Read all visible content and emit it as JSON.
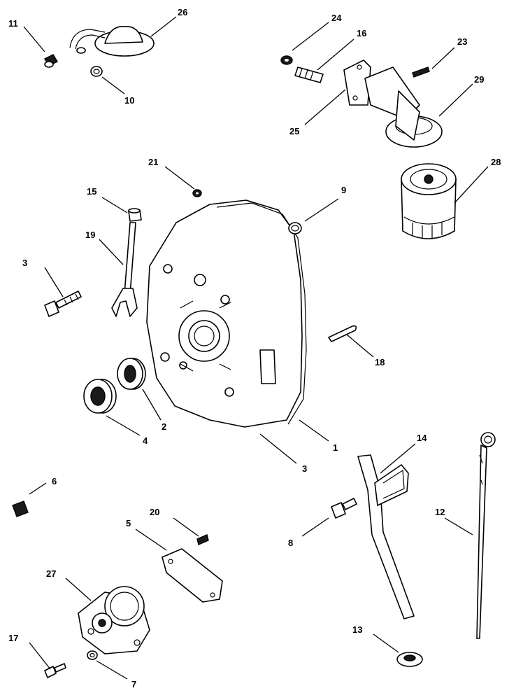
{
  "callouts": {
    "c1": "1",
    "c2": "2",
    "c3a": "3",
    "c3b": "3",
    "c4": "4",
    "c5": "5",
    "c6": "6",
    "c7": "7",
    "c8": "8",
    "c9": "9",
    "c10": "10",
    "c11": "11",
    "c12": "12",
    "c13": "13",
    "c14": "14",
    "c15": "15",
    "c16": "16",
    "c17": "17",
    "c18": "18",
    "c19": "19",
    "c20": "20",
    "c21": "21",
    "c23": "23",
    "c24": "24",
    "c25": "25",
    "c26": "26",
    "c27": "27",
    "c28": "28",
    "c29": "29"
  },
  "colors": {
    "line": "#000000",
    "background": "#ffffff"
  }
}
